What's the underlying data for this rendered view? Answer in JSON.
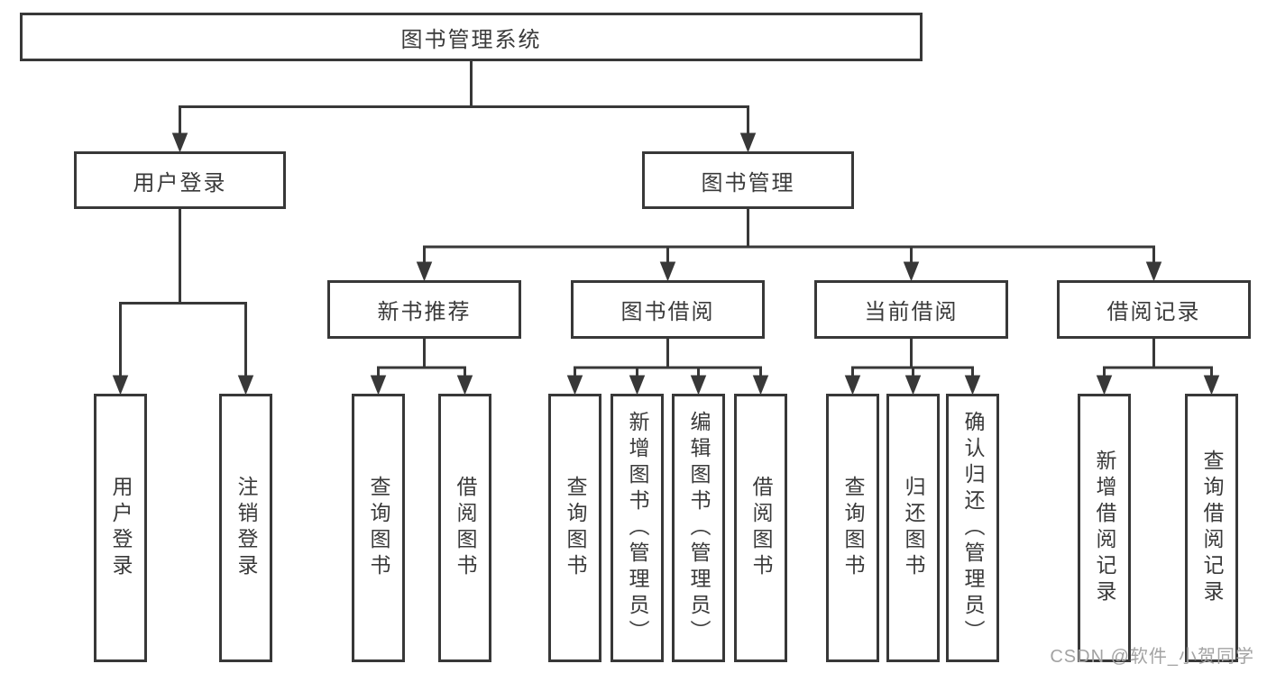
{
  "nodes": {
    "root": "图书管理系统",
    "user_login": "用户登录",
    "book_management": "图书管理",
    "new_book_recommend": "新书推荐",
    "book_borrowing": "图书借阅",
    "current_borrowing": "当前借阅",
    "borrowing_records": "借阅记录",
    "user_login_leaf": "用户登录",
    "logout_leaf": "注销登录",
    "query_books_recommend": "查询图书",
    "borrow_books_recommend": "借阅图书",
    "query_books_borrowing": "查询图书",
    "add_books_admin": "新增图书（管理员）",
    "edit_books_admin": "编辑图书（管理员）",
    "borrow_books_borrowing": "借阅图书",
    "query_books_current": "查询图书",
    "return_books": "归还图书",
    "confirm_return_admin": "确认归还（管理员）",
    "add_borrow_record": "新增借阅记录",
    "query_borrow_record": "查询借阅记录"
  },
  "watermark": "CSDN @软件_小贺同学",
  "colors": {
    "line": "#383838",
    "text": "#3a3a3a",
    "watermark": "#a3a3a3",
    "background": "#ffffff"
  }
}
